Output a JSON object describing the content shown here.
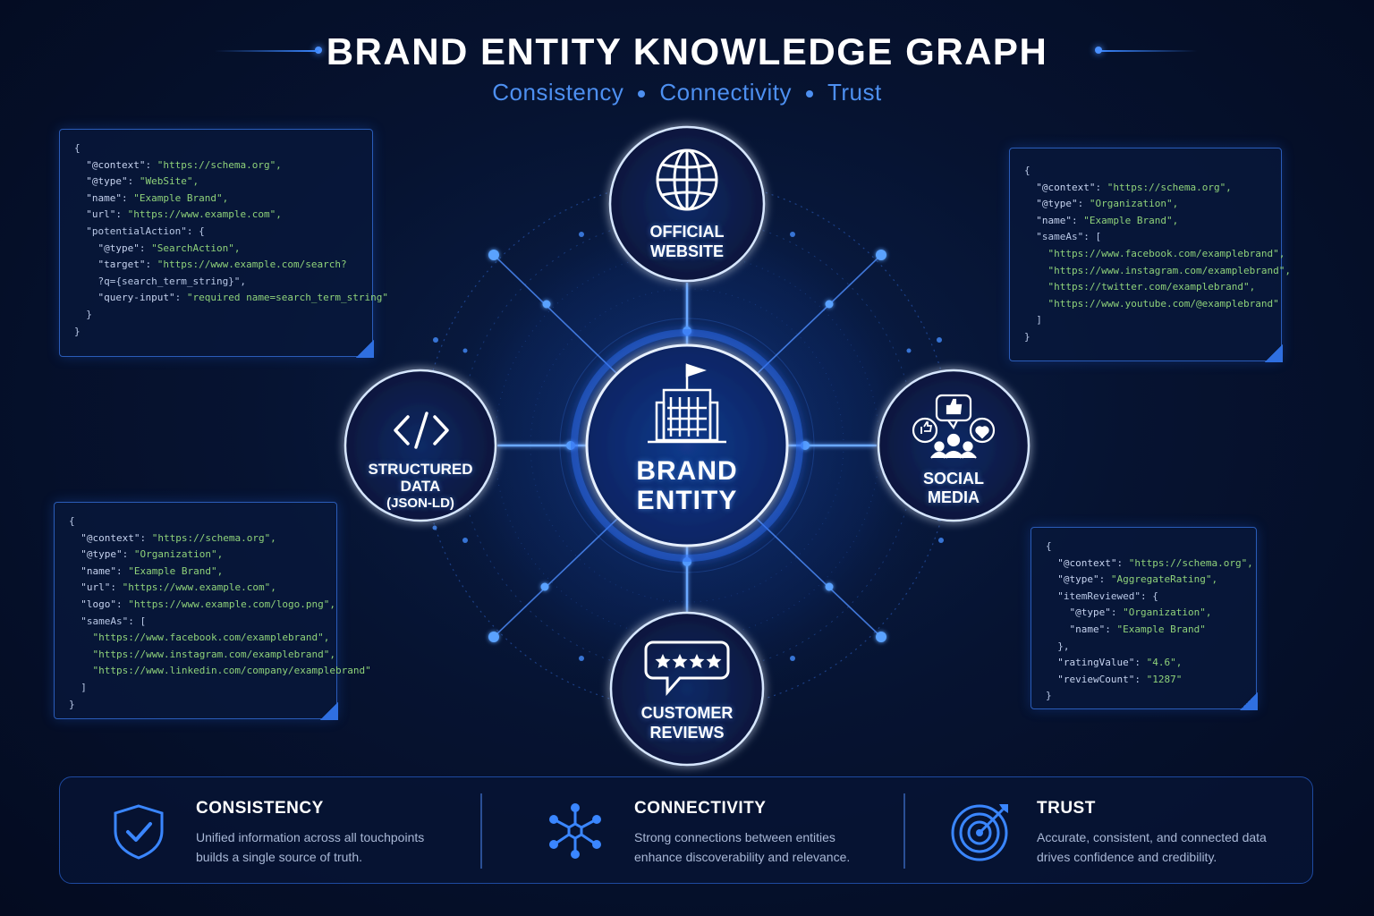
{
  "header": {
    "title": "BRAND ENTITY KNOWLEDGE GRAPH",
    "subtitle_items": [
      "Consistency",
      "Connectivity",
      "Trust"
    ]
  },
  "nodes": {
    "center": {
      "line1": "BRAND",
      "line2": "ENTITY",
      "icon": "building-icon"
    },
    "top": {
      "line1": "OFFICIAL",
      "line2": "WEBSITE",
      "icon": "globe-icon"
    },
    "left": {
      "line1": "STRUCTURED",
      "line2": "DATA",
      "line3": "(JSON-LD)",
      "icon": "code-icon"
    },
    "right": {
      "line1": "SOCIAL",
      "line2": "MEDIA",
      "icon": "social-icon"
    },
    "bottom": {
      "line1": "CUSTOMER",
      "line2": "REVIEWS",
      "icon": "review-stars-icon"
    }
  },
  "code_blocks": {
    "top_left": [
      "{",
      "  \"@context\": \"https://schema.org\",",
      "  \"@type\": \"WebSite\",",
      "  \"name\": \"Example Brand\",",
      "  \"url\": \"https://www.example.com\",",
      "  \"potentialAction\": {",
      "    \"@type\": \"SearchAction\",",
      "    \"target\": \"https://www.example.com/search?",
      "    ?q={search_term_string}\",",
      "    \"query-input\": \"required name=search_term_string\"",
      "  }",
      "}"
    ],
    "top_right": [
      "{",
      "  \"@context\": \"https://schema.org\",",
      "  \"@type\": \"Organization\",",
      "  \"name\": \"Example Brand\",",
      "  \"sameAs\": [",
      "    \"https://www.facebook.com/examplebrand\",",
      "    \"https://www.instagram.com/examplebrand\",",
      "    \"https://twitter.com/examplebrand\",",
      "    \"https://www.youtube.com/@examplebrand\"",
      "  ]",
      "}"
    ],
    "bottom_left": [
      "{",
      "  \"@context\": \"https://schema.org\",",
      "  \"@type\": \"Organization\",",
      "  \"name\": \"Example Brand\",",
      "  \"url\": \"https://www.example.com\",",
      "  \"logo\": \"https://www.example.com/logo.png\",",
      "  \"sameAs\": [",
      "    \"https://www.facebook.com/examplebrand\",",
      "    \"https://www.instagram.com/examplebrand\",",
      "    \"https://www.linkedin.com/company/examplebrand\"",
      "  ]",
      "}"
    ],
    "bottom_right": [
      "{",
      "  \"@context\": \"https://schema.org\",",
      "  \"@type\": \"AggregateRating\",",
      "  \"itemReviewed\": {",
      "    \"@type\": \"Organization\",",
      "    \"name\": \"Example Brand\"",
      "  },",
      "  \"ratingValue\": \"4.6\",",
      "  \"reviewCount\": \"1287\"",
      "}"
    ]
  },
  "features": [
    {
      "title": "CONSISTENCY",
      "desc_line1": "Unified information across all touchpoints",
      "desc_line2": "builds a single source of truth.",
      "icon": "shield-check-icon"
    },
    {
      "title": "CONNECTIVITY",
      "desc_line1": "Strong connections between entities",
      "desc_line2": "enhance discoverability and relevance.",
      "icon": "network-icon"
    },
    {
      "title": "TRUST",
      "desc_line1": "Accurate, consistent, and connected data",
      "desc_line2": "drives confidence and credibility.",
      "icon": "target-icon"
    }
  ],
  "colors": {
    "accent": "#3a86ff",
    "glow": "#4aa3ff",
    "string_green": "#8fd27a",
    "subtitle_blue": "#4d8ff0"
  }
}
